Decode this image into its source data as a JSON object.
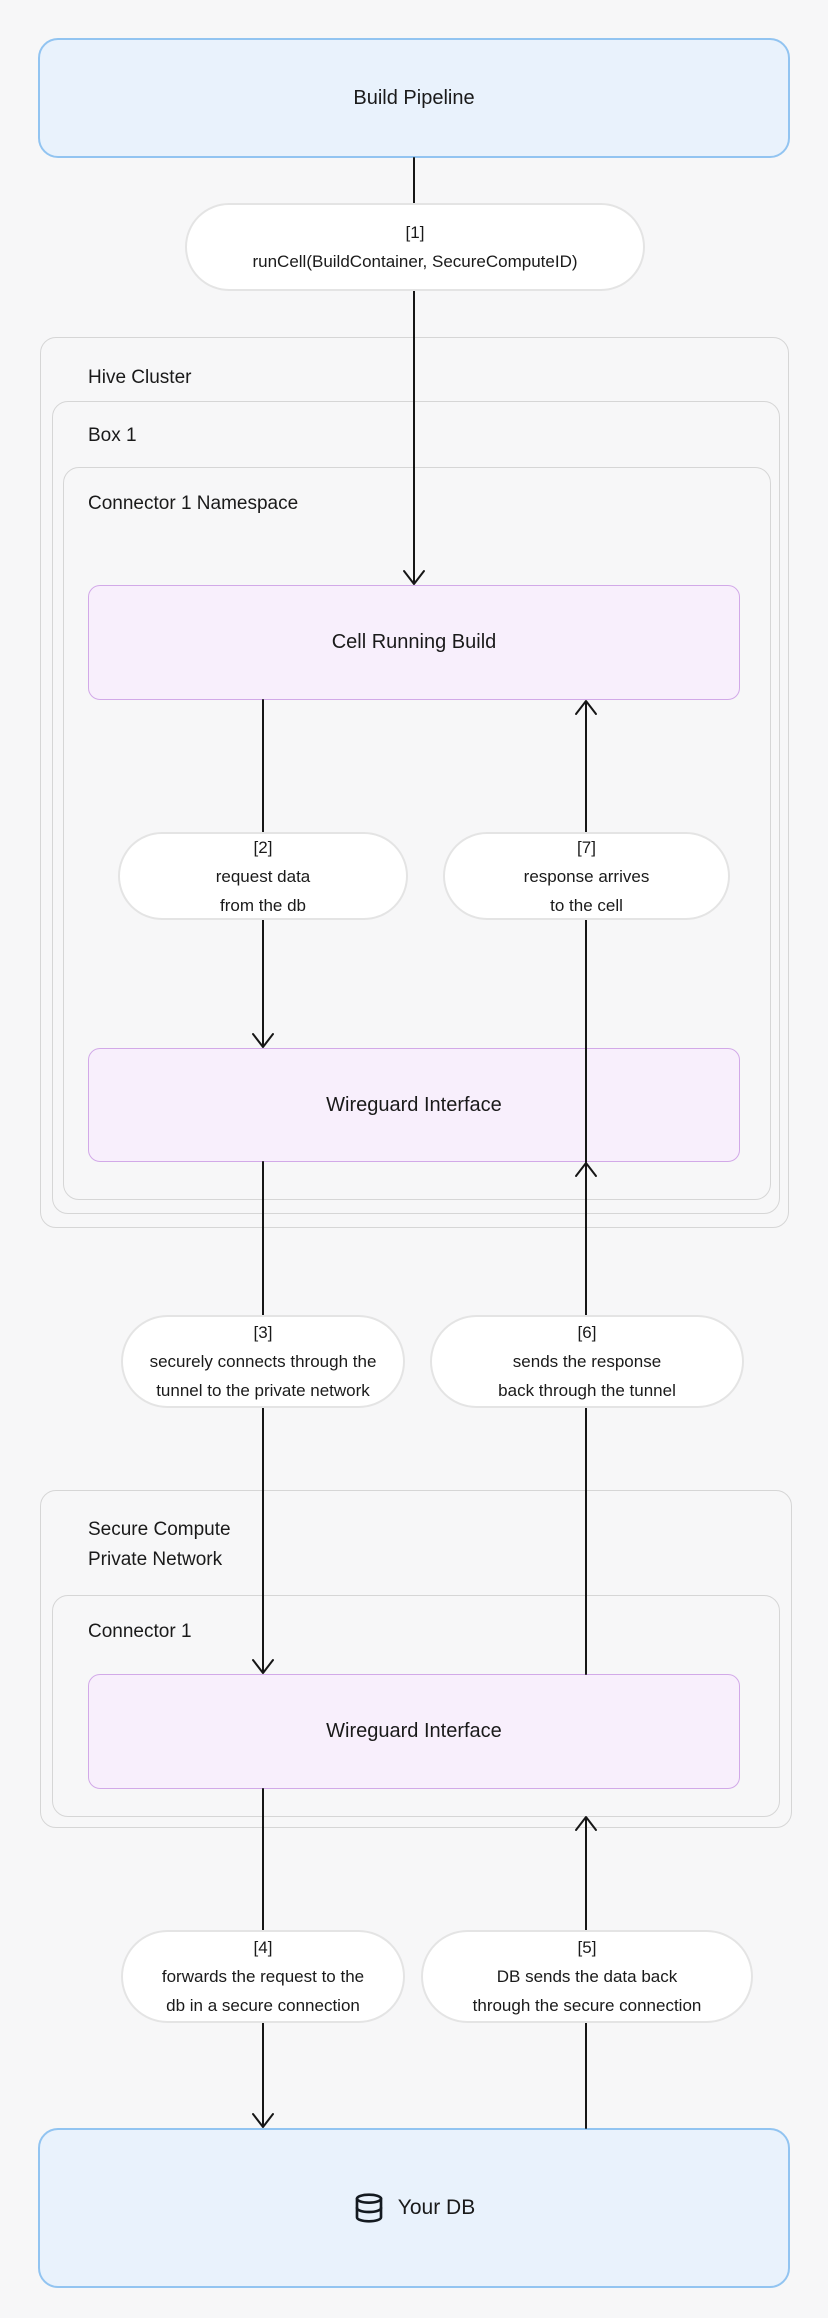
{
  "diagram": {
    "nodes": {
      "build_pipeline": {
        "label": "Build Pipeline"
      },
      "cell_running_build": {
        "label": "Cell Running Build"
      },
      "wireguard_interface_1": {
        "label": "Wireguard Interface"
      },
      "wireguard_interface_2": {
        "label": "Wireguard Interface"
      },
      "your_db": {
        "label": "Your DB",
        "icon": "database-icon"
      }
    },
    "containers": {
      "hive_cluster": {
        "title": "Hive Cluster"
      },
      "box_1": {
        "title": "Box 1"
      },
      "connector_1_namespace": {
        "title": "Connector 1 Namespace"
      },
      "secure_compute_private_network": {
        "title_line1": "Secure Compute",
        "title_line2": "Private Network"
      },
      "connector_1": {
        "title": "Connector 1"
      }
    },
    "edge_labels": {
      "e1": {
        "step": "[1]",
        "lines": [
          "runCell(BuildContainer, SecureComputeID)"
        ]
      },
      "e2": {
        "step": "[2]",
        "lines": [
          "request data",
          "from the db"
        ]
      },
      "e3": {
        "step": "[3]",
        "lines": [
          "securely connects through the",
          "tunnel to the private network"
        ]
      },
      "e4": {
        "step": "[4]",
        "lines": [
          "forwards the request to the",
          "db in a secure connection"
        ]
      },
      "e5": {
        "step": "[5]",
        "lines": [
          "DB sends the data back",
          "through the secure connection"
        ]
      },
      "e6": {
        "step": "[6]",
        "lines": [
          "sends the response",
          "back through the tunnel"
        ]
      },
      "e7": {
        "step": "[7]",
        "lines": [
          "response arrives",
          "to the cell"
        ]
      }
    },
    "edges": [
      {
        "step": "[1]",
        "direction": "down"
      },
      {
        "step": "[2]",
        "direction": "down"
      },
      {
        "step": "[3]",
        "direction": "down"
      },
      {
        "step": "[4]",
        "direction": "down"
      },
      {
        "step": "[5]",
        "direction": "up"
      },
      {
        "step": "[6]",
        "direction": "up"
      },
      {
        "step": "[7]",
        "direction": "up"
      }
    ],
    "colors": {
      "background": "#f7f7f8",
      "node_blue_fill": "#e9f2fc",
      "node_blue_border": "#92c4f1",
      "node_purple_fill": "#f8effc",
      "node_purple_border": "#d2a9e8",
      "pill_fill": "#ffffff",
      "pill_border": "#e4e4e4",
      "container_border": "#d6d6d6",
      "edge_color": "#161616",
      "text_color": "#1a1a1a"
    }
  }
}
